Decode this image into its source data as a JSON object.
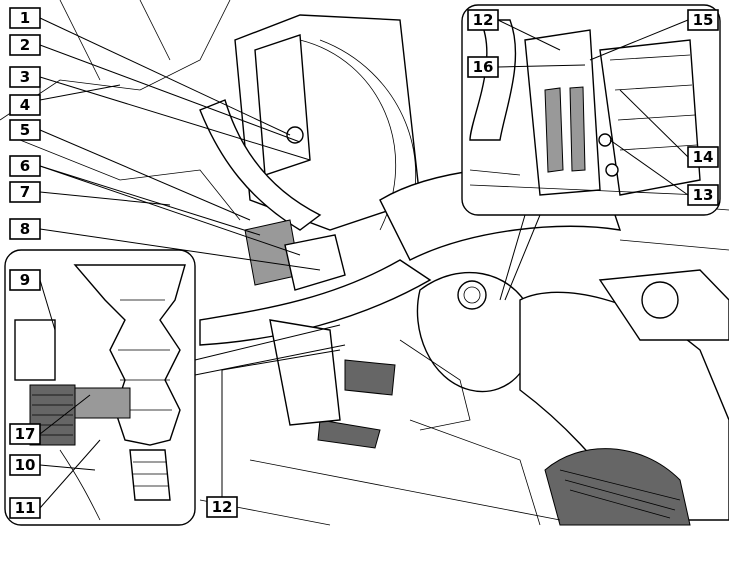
{
  "diagram": {
    "type": "engine component callout illustration",
    "callouts": {
      "c1": "1",
      "c2": "2",
      "c3": "3",
      "c4": "4",
      "c5": "5",
      "c6": "6",
      "c7": "7",
      "c8": "8",
      "c9": "9",
      "c10": "10",
      "c11": "11",
      "c12_main": "12",
      "c12_inset": "12",
      "c13": "13",
      "c14": "14",
      "c15": "15",
      "c16": "16",
      "c17": "17"
    }
  }
}
